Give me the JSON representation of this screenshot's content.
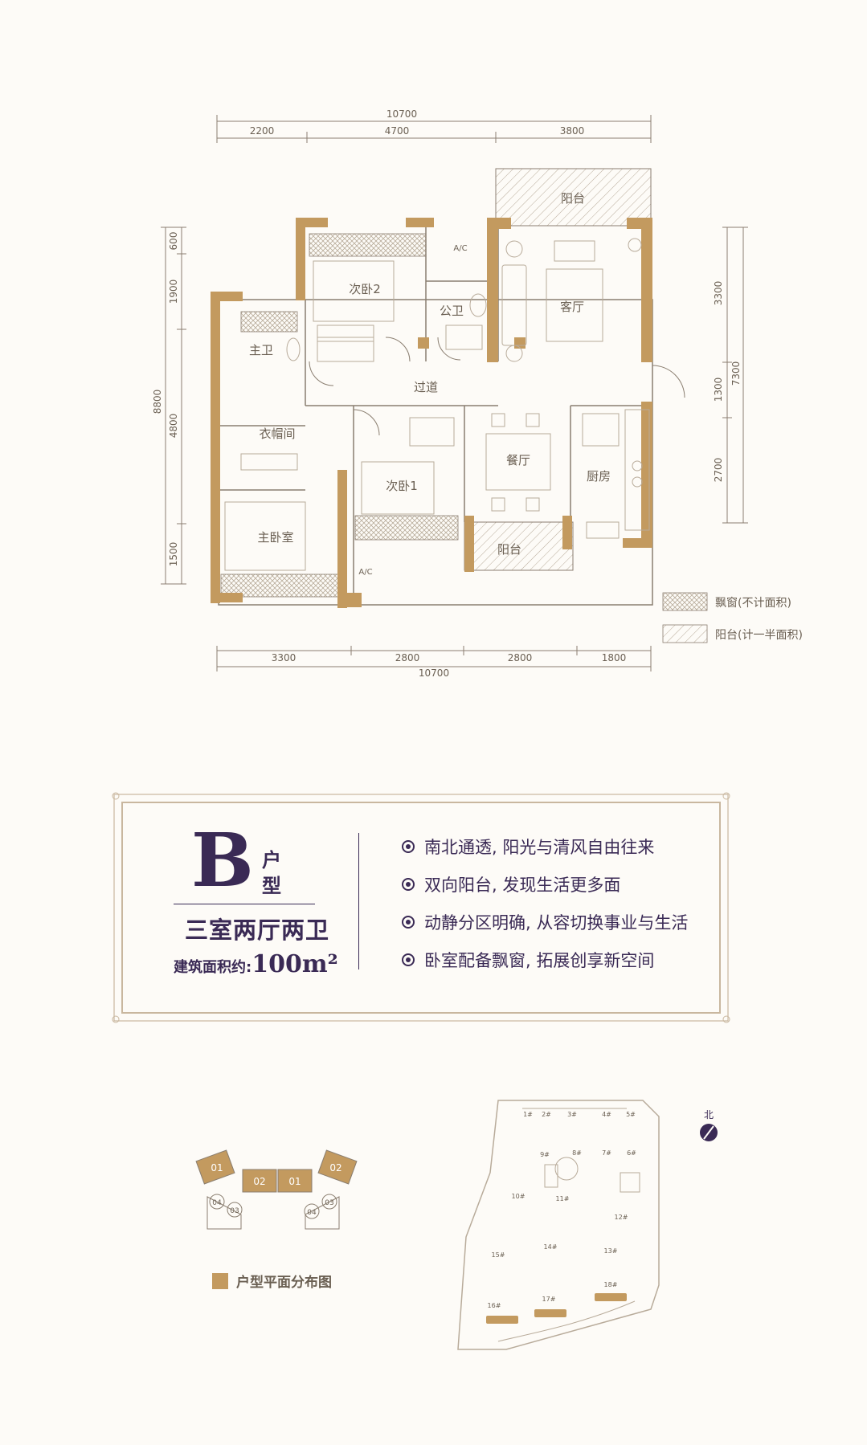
{
  "dimensions": {
    "top_total": "10700",
    "top_segments": [
      "2200",
      "4700",
      "3800"
    ],
    "bottom_total": "10700",
    "bottom_segments": [
      "3300",
      "2800",
      "2800",
      "1800"
    ],
    "left_total": "8800",
    "left_segments": [
      "600",
      "1900",
      "4800",
      "1500"
    ],
    "right_total": "7300",
    "right_segments": [
      "3300",
      "1300",
      "2700"
    ]
  },
  "rooms": {
    "balcony_top": "阳台",
    "bedroom2": "次卧2",
    "ac_top": "A/C",
    "public_bath": "公卫",
    "living_room": "客厅",
    "master_bath": "主卫",
    "corridor": "过道",
    "walk_in_closet": "衣帽间",
    "dining_room": "餐厅",
    "bedroom1": "次卧1",
    "kitchen": "厨房",
    "master_bedroom": "主卧室",
    "balcony_bottom": "阳台",
    "ac_bottom": "A/C"
  },
  "legend": {
    "bay_window": "飘窗(不计面积)",
    "balcony": "阳台(计一半面积)"
  },
  "unit": {
    "type_letter": "B",
    "type_suffix": "户型",
    "layout": "三室两厅两卫",
    "area_label": "建筑面积约:",
    "area_value": "100m²"
  },
  "features": [
    "南北通透, 阳光与清风自由往来",
    "双向阳台, 发现生活更多面",
    "动静分区明确, 从容切换事业与生活",
    "卧室配备飘窗, 拓展创享新空间"
  ],
  "distribution": {
    "units": [
      "01",
      "02",
      "01",
      "02",
      "04",
      "03",
      "04",
      "03"
    ],
    "label": "户型平面分布图"
  },
  "site_plan": {
    "north_label": "北",
    "buildings": [
      "1#",
      "2#",
      "3#",
      "4#",
      "5#",
      "6#",
      "7#",
      "8#",
      "9#",
      "10#",
      "11#",
      "12#",
      "13#",
      "14#",
      "15#",
      "16#",
      "17#",
      "18#"
    ]
  },
  "colors": {
    "wall": "#c39a5f",
    "line": "#8a7e70",
    "accent_text": "#3a2a55",
    "background": "#fdfbf7"
  }
}
